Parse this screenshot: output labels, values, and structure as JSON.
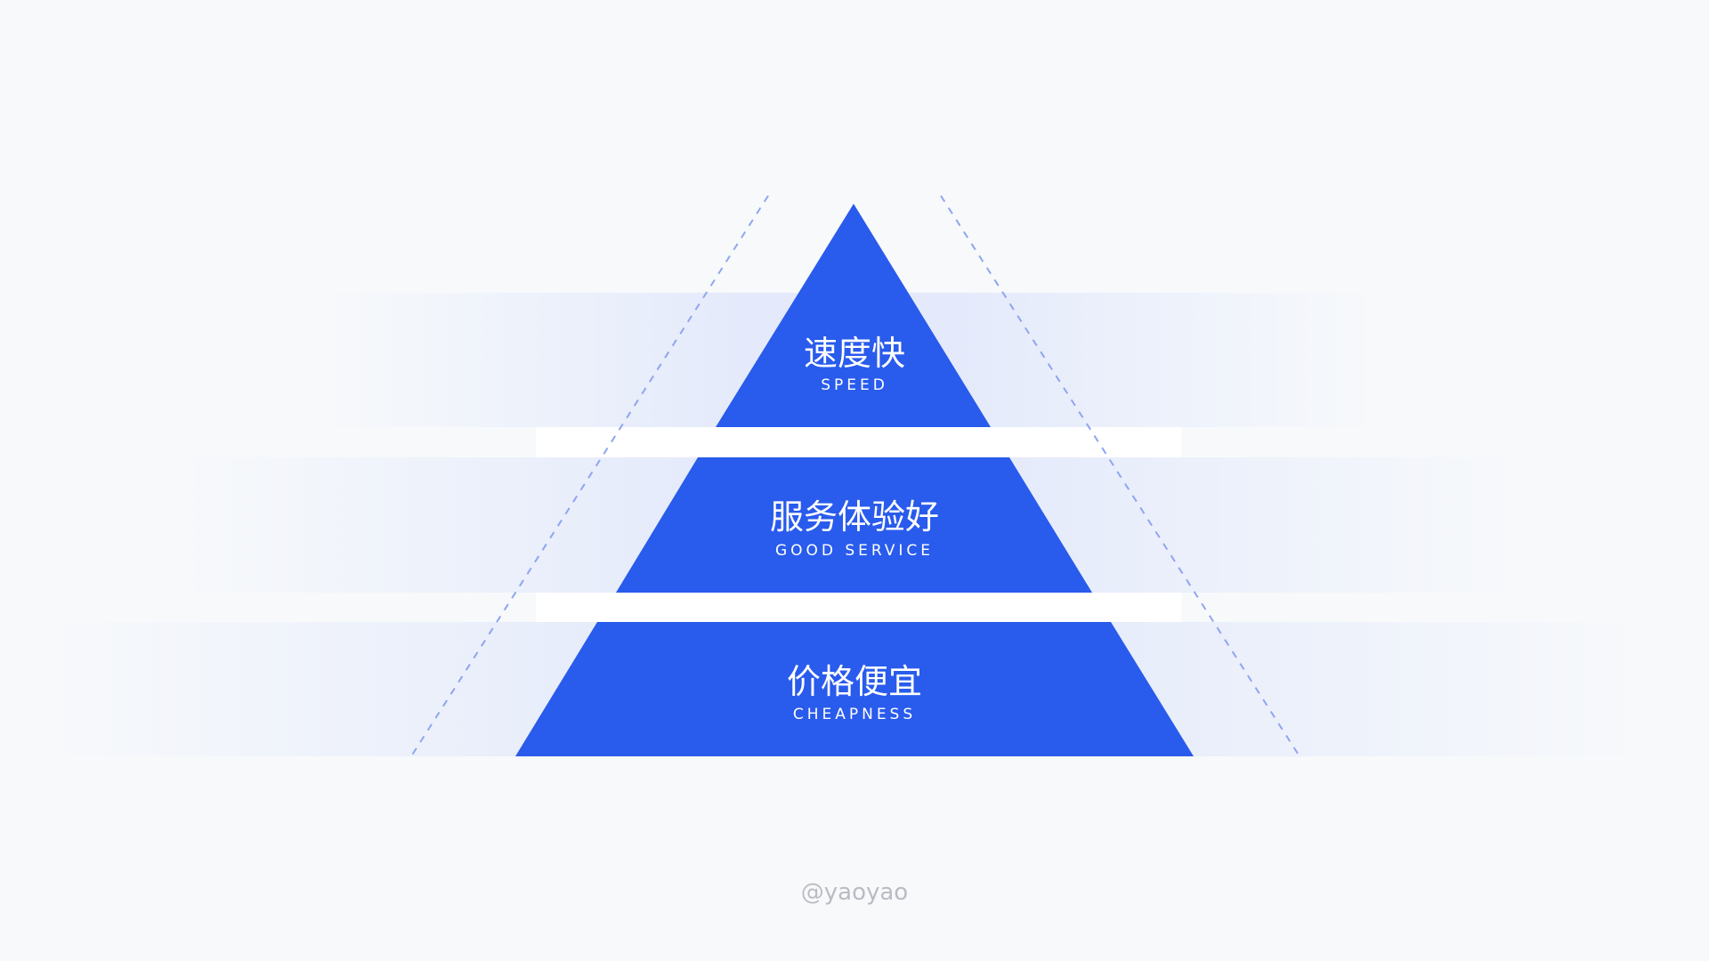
{
  "pyramid": {
    "color": "#295bec",
    "tiers": [
      {
        "title": "速度快",
        "subtitle": "SPEED"
      },
      {
        "title": "服务体验好",
        "subtitle": "GOOD SERVICE"
      },
      {
        "title": "价格便宜",
        "subtitle": "CHEAPNESS"
      }
    ]
  },
  "watermark": "@yaoyao"
}
